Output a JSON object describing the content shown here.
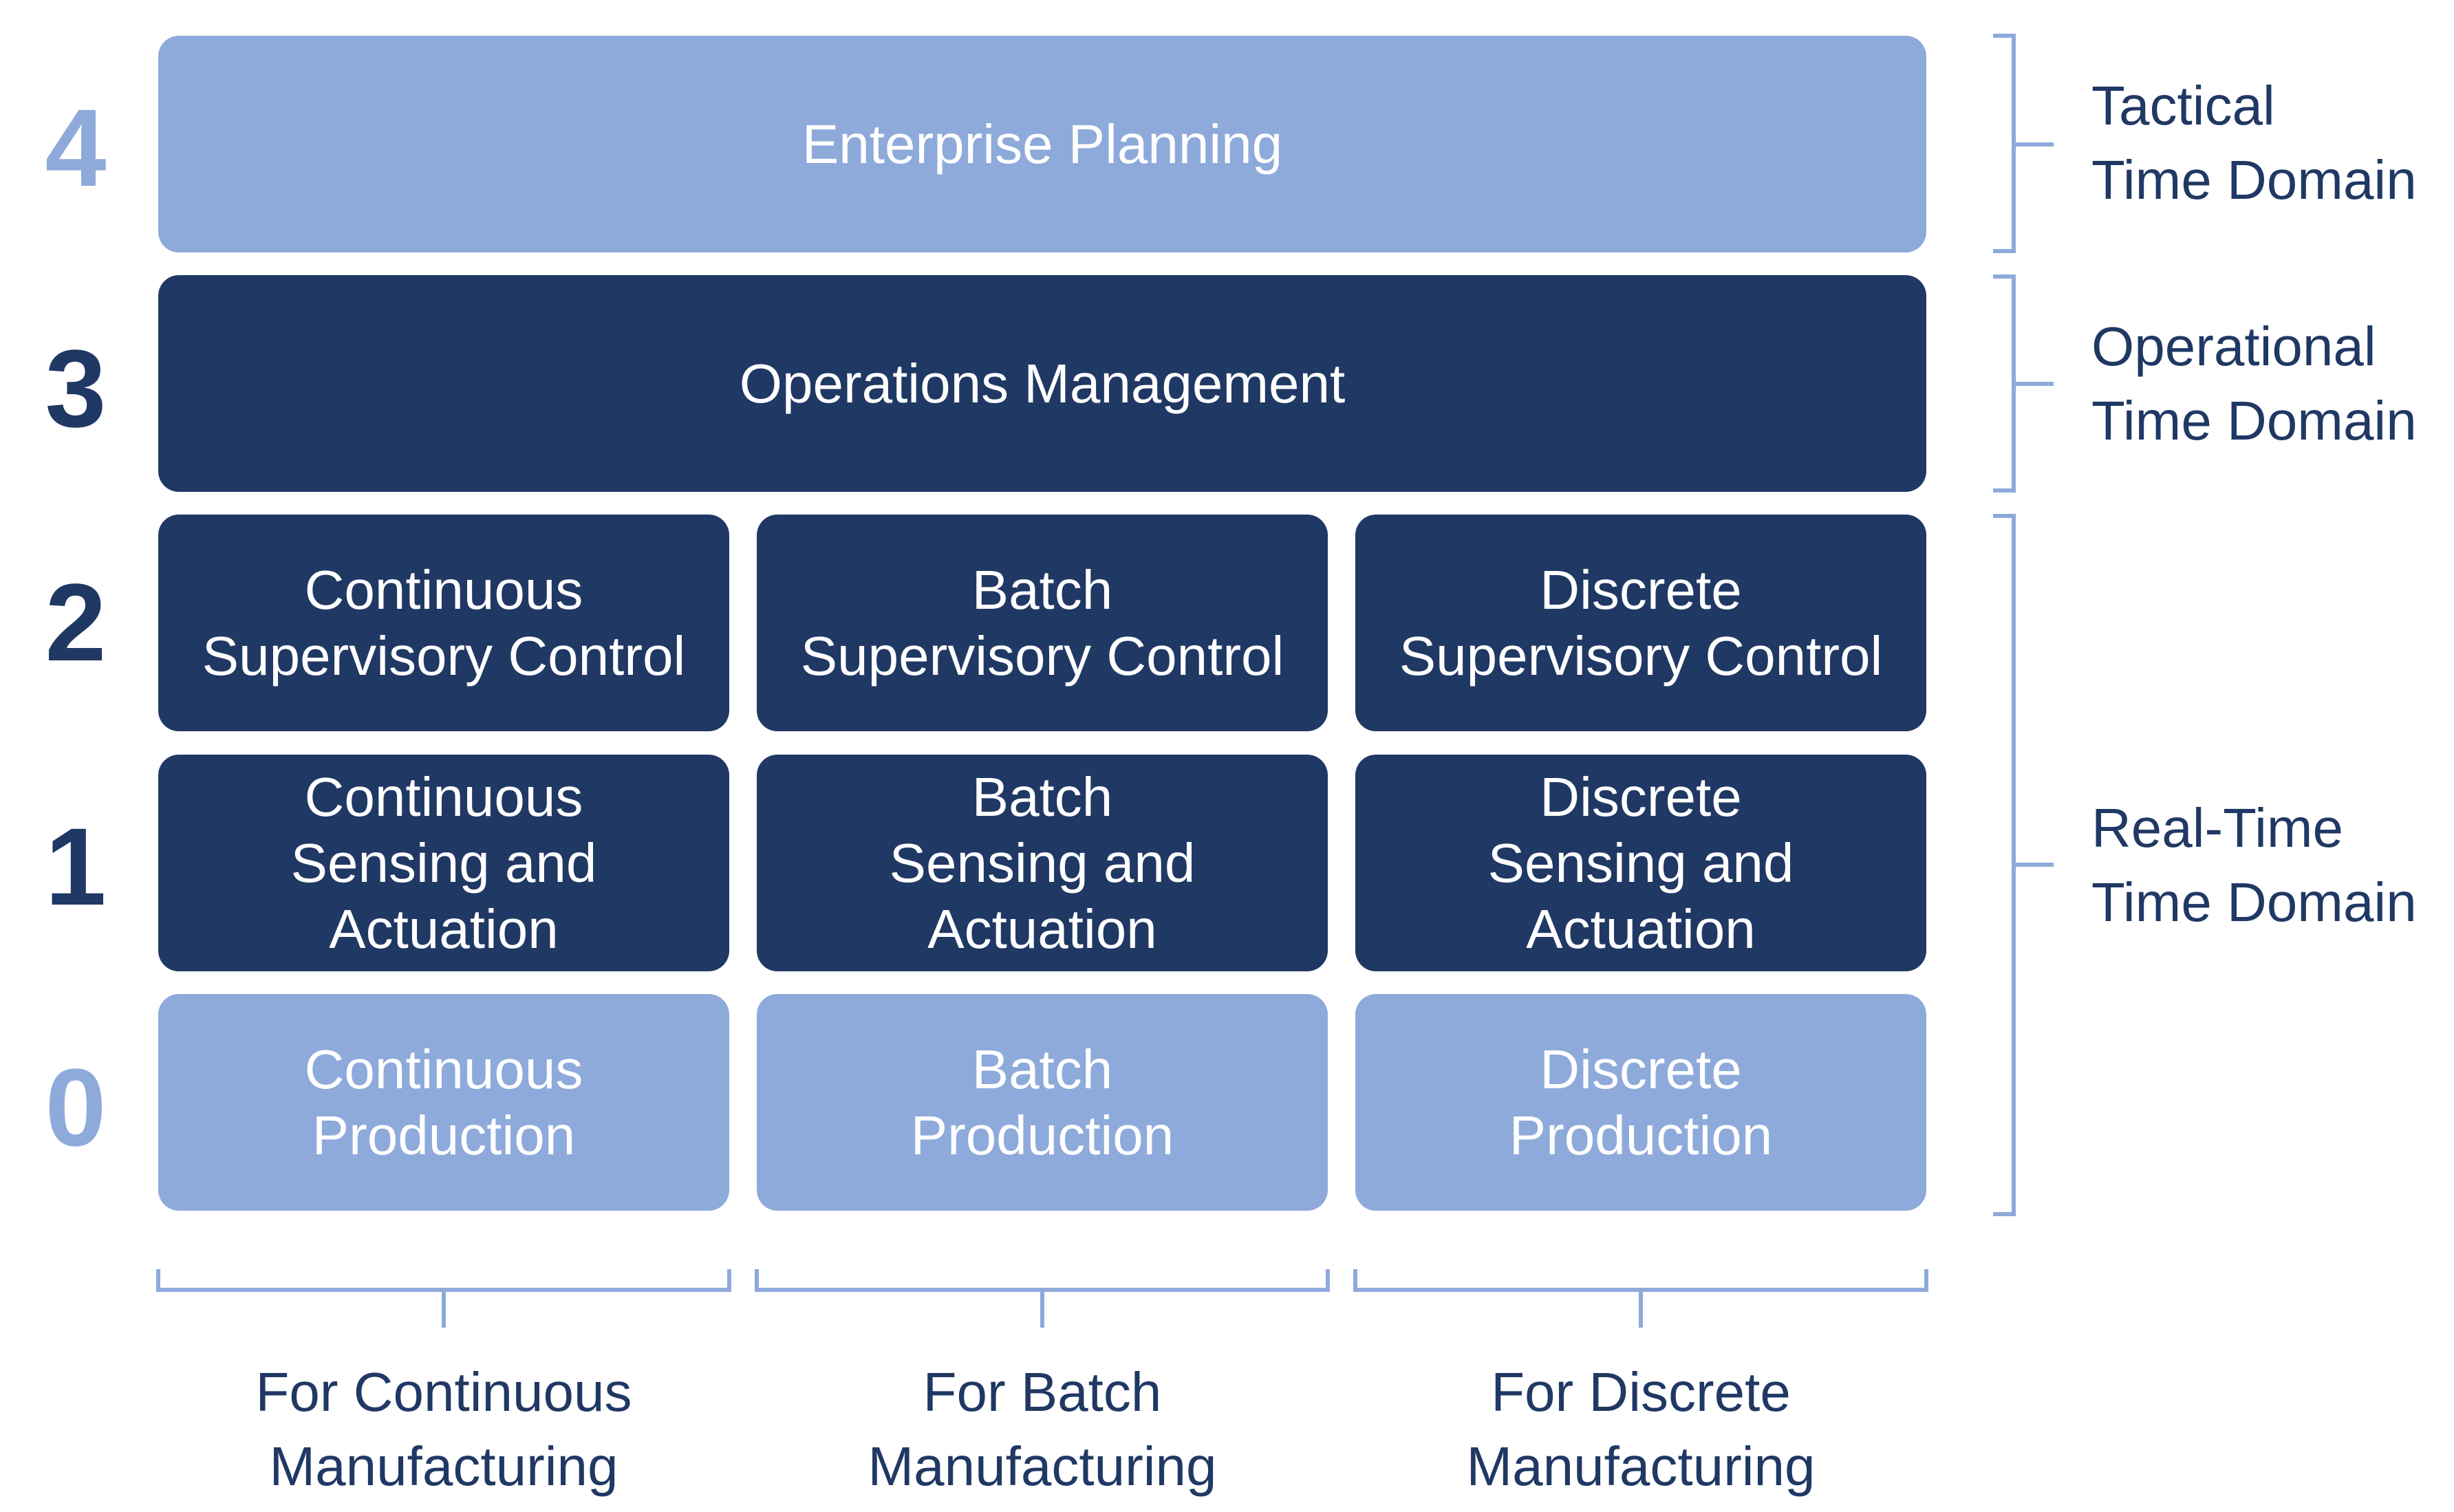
{
  "levels": [
    "4",
    "3",
    "2",
    "1",
    "0"
  ],
  "colors": {
    "light": "#8eaadb",
    "dark": "#203864",
    "text_dark": "#203864",
    "bracket": "#8eaadb"
  },
  "rows": {
    "enterprise": "Enterprise Planning",
    "operations": "Operations Management",
    "supervisory": [
      "Continuous\nSupervisory Control",
      "Batch\nSupervisory Control",
      "Discrete\nSupervisory Control"
    ],
    "sensing": [
      "Continuous\nSensing and\nActuation",
      "Batch\nSensing and\nActuation",
      "Discrete\nSensing and\nActuation"
    ],
    "production": [
      "Continuous\nProduction",
      "Batch\nProduction",
      "Discrete\nProduction"
    ]
  },
  "domains": [
    "Tactical\nTime Domain",
    "Operational\nTime Domain",
    "Real-Time\nTime Domain"
  ],
  "footers": [
    "For Continuous\nManufacturing",
    "For Batch\nManufacturing",
    "For Discrete\nManufacturing"
  ]
}
